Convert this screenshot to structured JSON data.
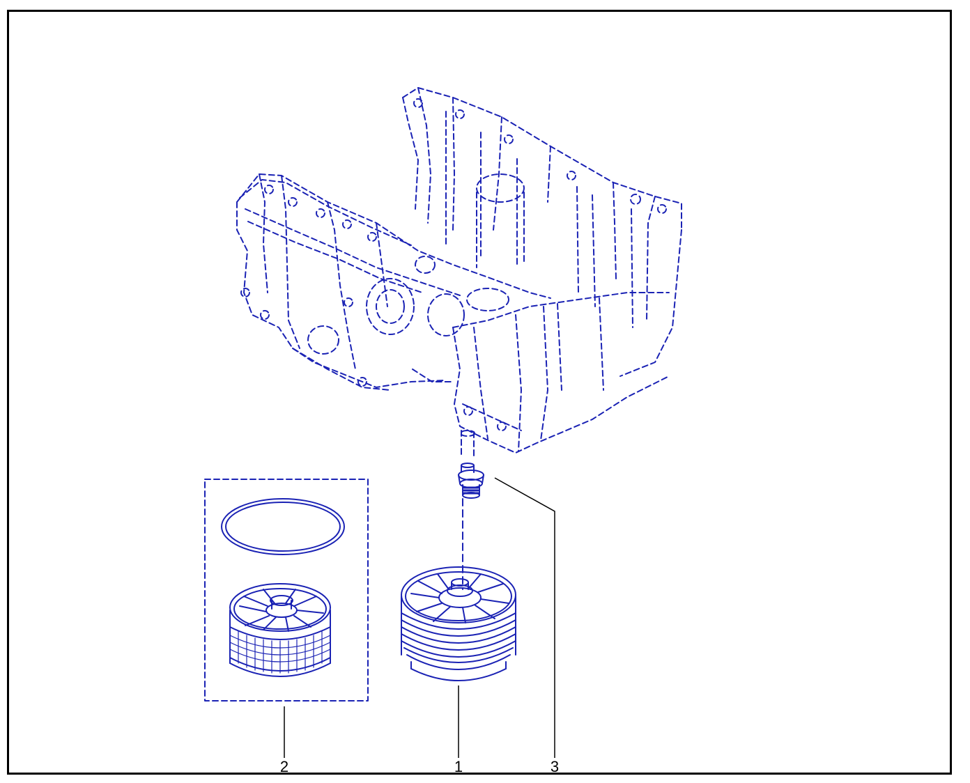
{
  "diagram": {
    "line_color": "#1a22b4",
    "callout_color": "#000000",
    "callouts": [
      {
        "id": "1",
        "label": "1"
      },
      {
        "id": "2",
        "label": "2"
      },
      {
        "id": "3",
        "label": "3"
      }
    ]
  }
}
